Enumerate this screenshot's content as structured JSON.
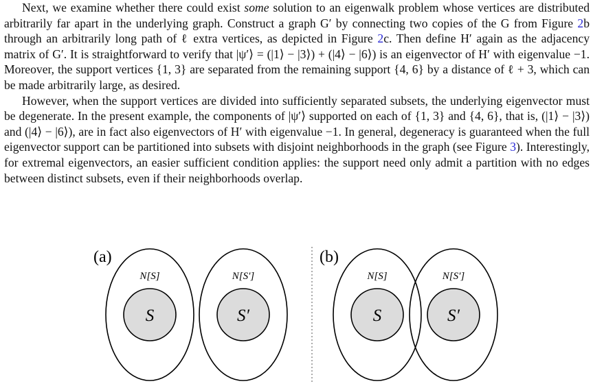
{
  "paragraphs": {
    "p1": {
      "s1": "Next, we examine whether there could exist ",
      "s2": "some",
      "s3": " solution to an eigenwalk problem whose vertices are distributed arbitrarily far apart in the underlying graph. Construct a graph G′ by connecting two copies of the G from Figure ",
      "s4": "2",
      "s5": "b through an arbitrarily long path of ℓ extra vertices, as depicted in Figure ",
      "s6": "2",
      "s7": "c. Then define H′ again as the adjacency matrix of G′. It is straightforward to verify that |ψ′⟩ = (|1⟩ − |3⟩) + (|4⟩ − |6⟩) is an eigenvector of H′ with eigenvalue −1. Moreover, the support vertices {1, 3} are separated from the remaining support {4, 6} by a distance of ℓ + 3, which can be made arbitrarily large, as desired."
    },
    "p2": {
      "s1": "However, when the support vertices are divided into sufficiently separated subsets, the underlying eigenvector must be degenerate. In the present example, the components of |ψ′⟩ supported on each of {1, 3} and {4, 6}, that is, (|1⟩ − |3⟩) and (|4⟩ − |6⟩), are in fact also eigenvectors of H′ with eigenvalue −1. In general, degeneracy is guaranteed when the full eigenvector support can be partitioned into subsets with disjoint neighborhoods in the graph (see Figure ",
      "s2": "3",
      "s3": "). Interestingly, for extremal eigenvectors, an easier sufficient condition applies: the support need only admit a partition with no edges between distinct subsets, even if their neighborhoods overlap."
    }
  },
  "figure": {
    "panel_a": {
      "label": "(a)",
      "left": {
        "outer_label": "N[S]",
        "inner_label": "S"
      },
      "right": {
        "outer_label": "N[S′]",
        "inner_label": "S′"
      }
    },
    "panel_b": {
      "label": "(b)",
      "left": {
        "outer_label": "N[S]",
        "inner_label": "S"
      },
      "right": {
        "outer_label": "N[S′]",
        "inner_label": "S′"
      }
    },
    "colors": {
      "inner_fill": "#dcdcdc",
      "stroke": "#000000",
      "link": "#2b2bd6"
    }
  }
}
